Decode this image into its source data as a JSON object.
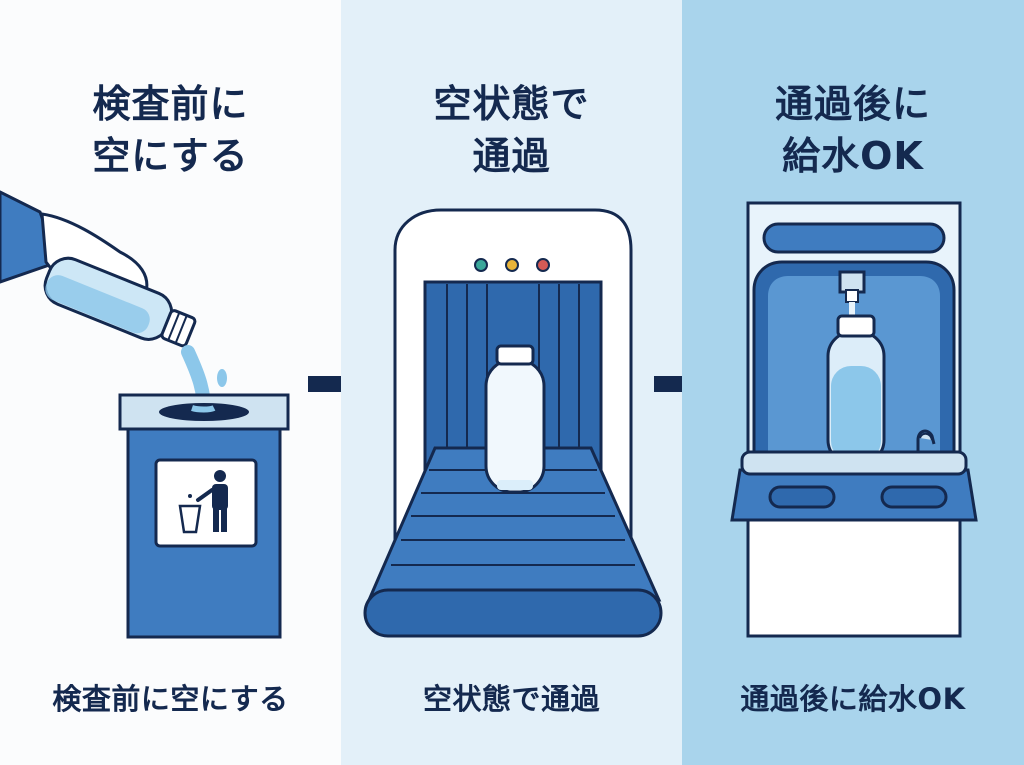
{
  "steps": [
    {
      "title": "検査前に\n空にする",
      "caption": "検査前に空にする"
    },
    {
      "title": "空状態で\n通過",
      "caption": "空状態で通過"
    },
    {
      "title": "通過後に\n給水OK",
      "caption": "通過後に給水OK"
    }
  ],
  "colors": {
    "navy": "#14294f",
    "blue": "#3f7cc0",
    "mid_blue": "#2f69ad",
    "light_blue": "#a9d4ec",
    "pale_blue": "#e3f0f9",
    "water": "#8cc7ea",
    "indicator_teal": "#3aa79a",
    "indicator_yellow": "#e8b43a",
    "indicator_red": "#d45a56"
  },
  "icons": [
    "hand-pouring-bottle-icon",
    "trash-bin-icon",
    "trash-person-icon",
    "xray-scanner-icon",
    "water-fountain-icon",
    "arrow-right-icon"
  ]
}
